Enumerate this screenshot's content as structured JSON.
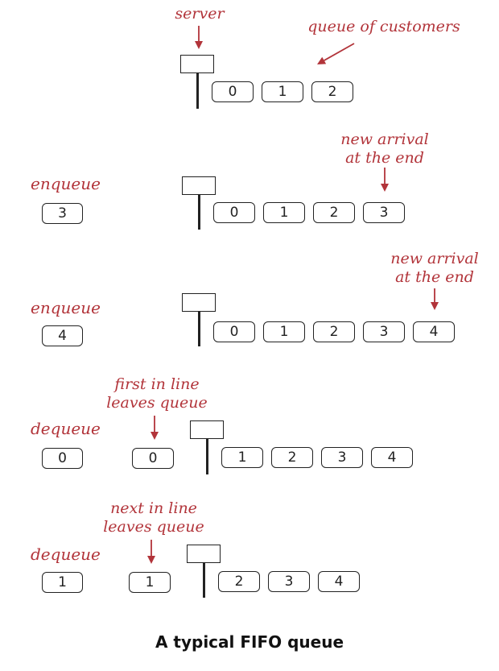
{
  "colors": {
    "annotation": "#b2343a",
    "ink": "#222222"
  },
  "annotations": {
    "server": "server",
    "queue_of_customers": "queue of customers",
    "new_arrival_1": [
      "new  arrival",
      "at the end"
    ],
    "new_arrival_2": [
      "new  arrival",
      "at the end"
    ],
    "first_in_line": [
      "first in line",
      "leaves queue"
    ],
    "next_in_line": [
      "next in line",
      "leaves queue"
    ]
  },
  "rows": [
    {
      "operation": "",
      "operand": "",
      "leaving": "",
      "queue": [
        "0",
        "1",
        "2"
      ]
    },
    {
      "operation": "enqueue",
      "operand": "3",
      "leaving": "",
      "queue": [
        "0",
        "1",
        "2",
        "3"
      ]
    },
    {
      "operation": "enqueue",
      "operand": "4",
      "leaving": "",
      "queue": [
        "0",
        "1",
        "2",
        "3",
        "4"
      ]
    },
    {
      "operation": "dequeue",
      "operand": "0",
      "leaving": "0",
      "queue": [
        "1",
        "2",
        "3",
        "4"
      ]
    },
    {
      "operation": "dequeue",
      "operand": "1",
      "leaving": "1",
      "queue": [
        "2",
        "3",
        "4"
      ]
    }
  ],
  "caption": "A typical FIFO queue"
}
